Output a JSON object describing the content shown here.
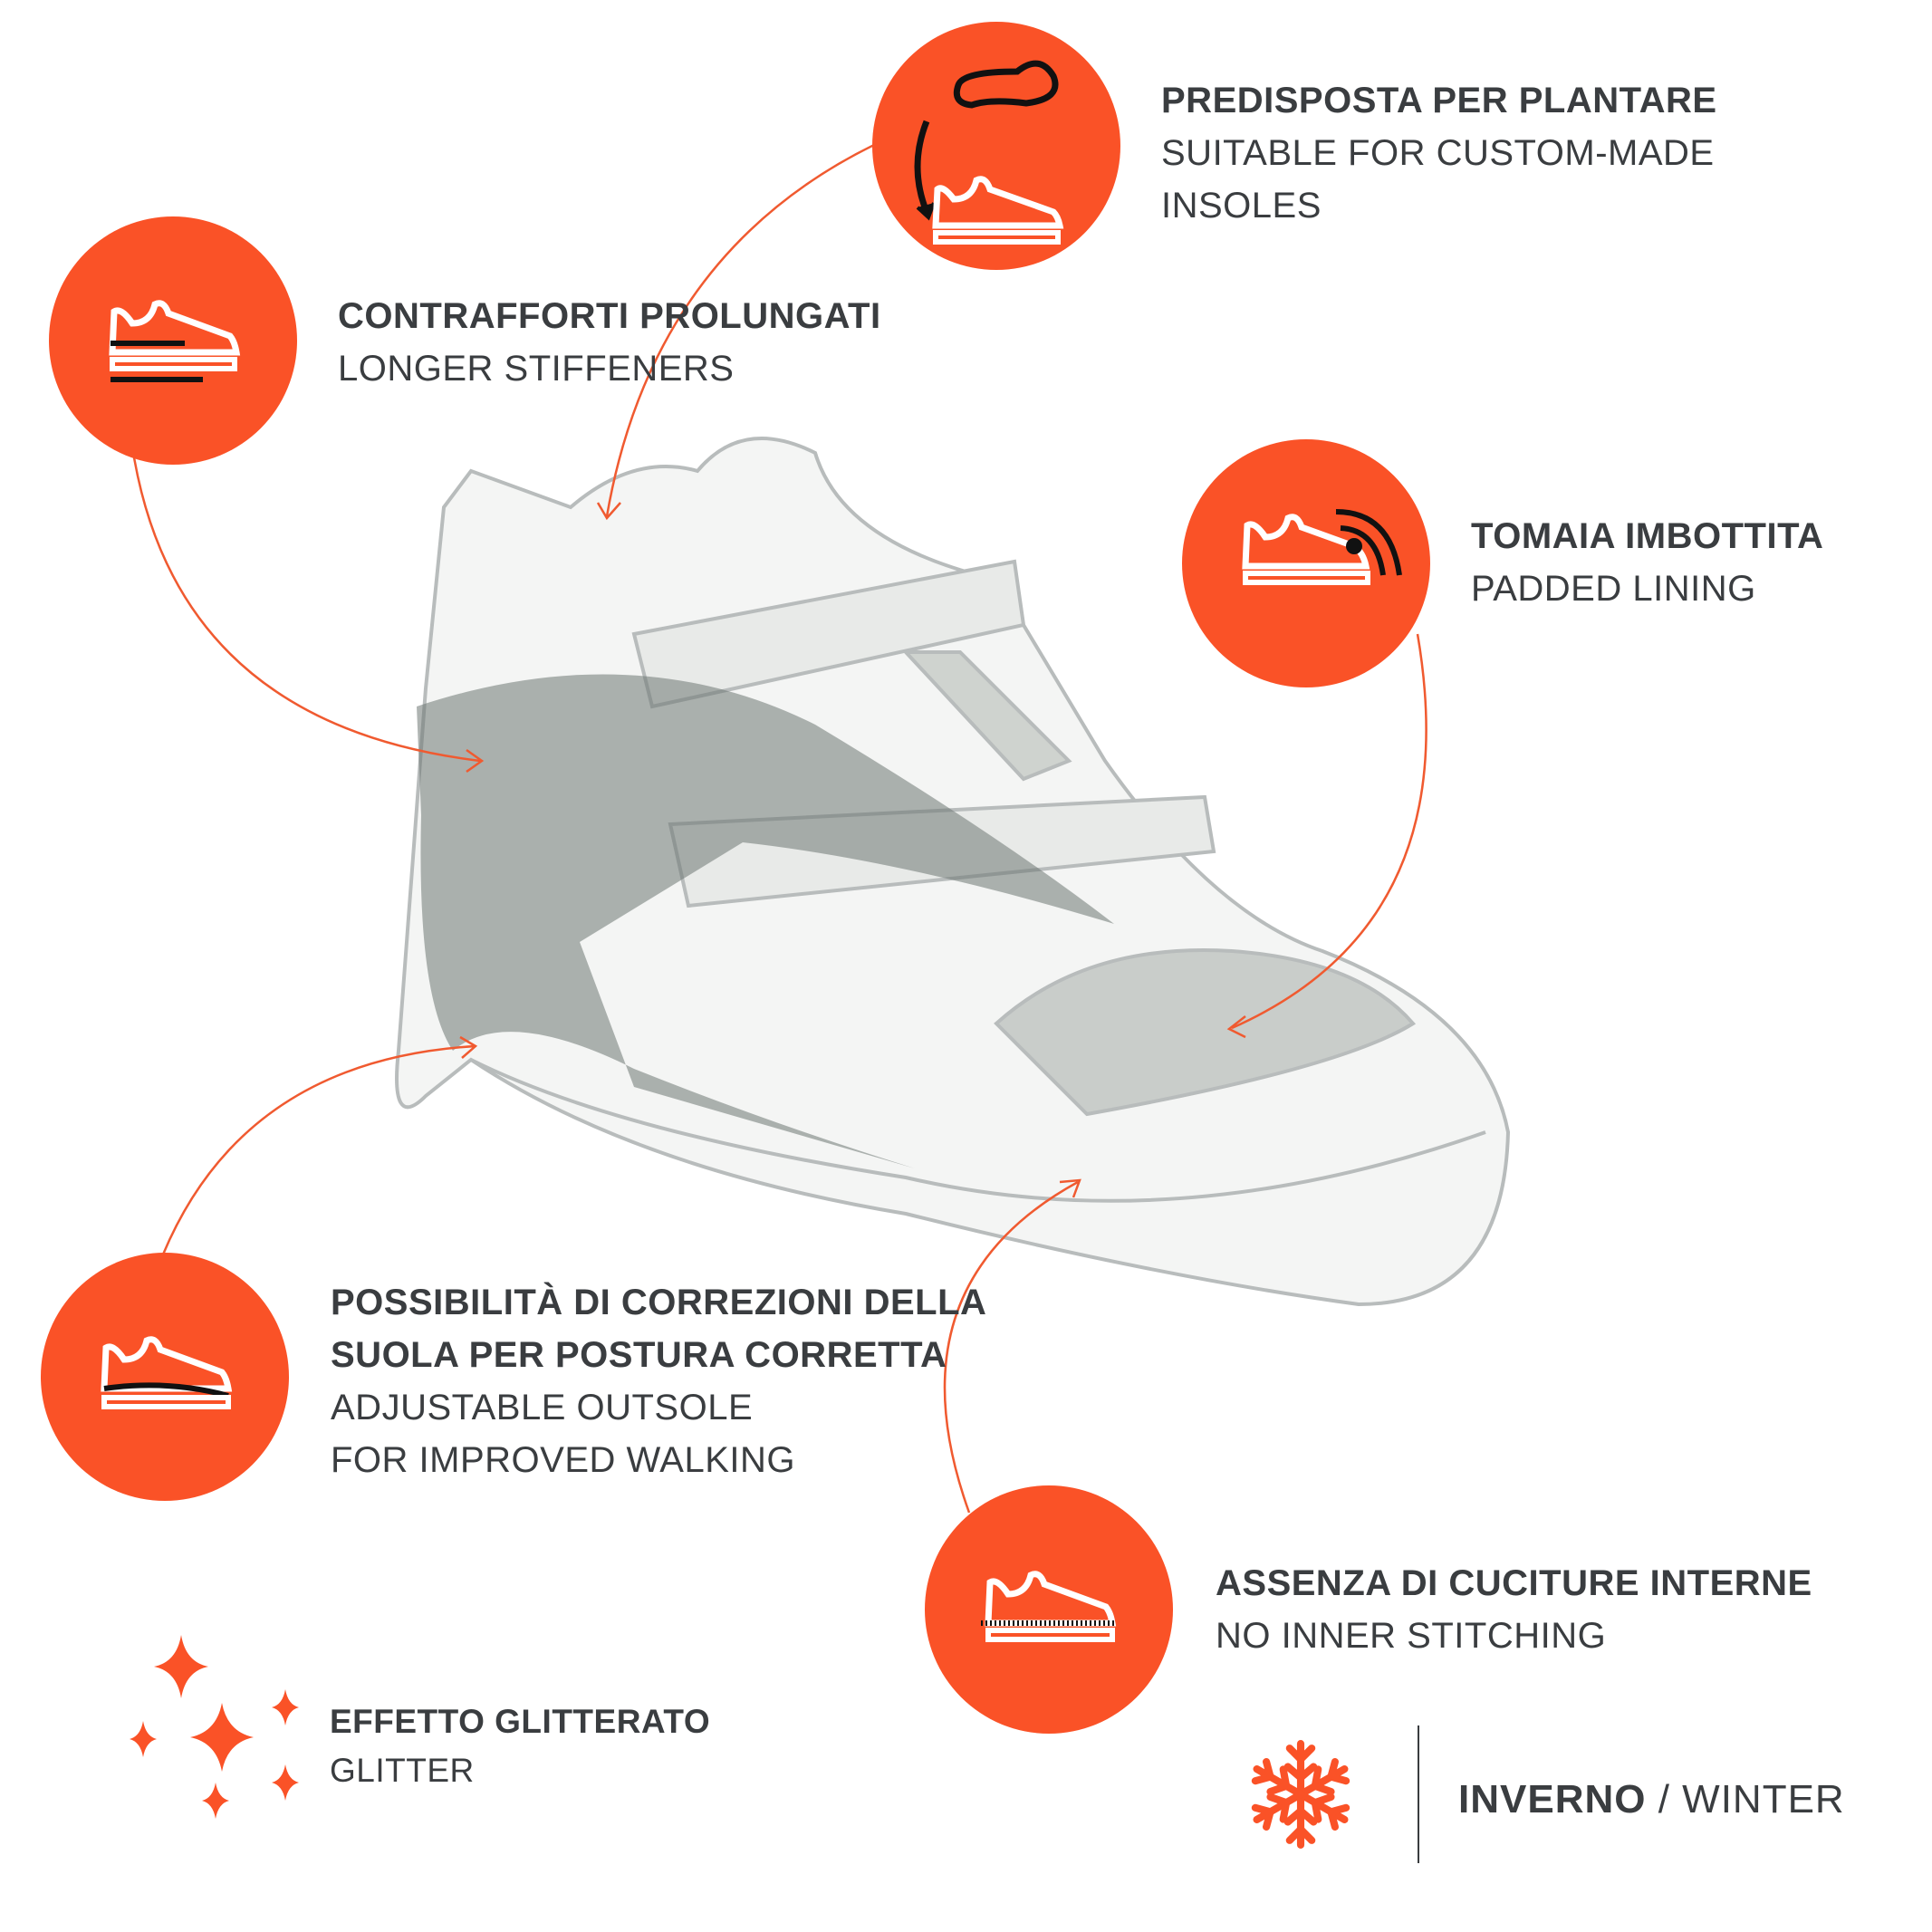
{
  "features": [
    {
      "id": "insoles",
      "title_it": "PREDISPOSTA PER PLANTARE",
      "title_en_lines": [
        "SUITABLE FOR CUSTOM-MADE",
        "INSOLES"
      ],
      "icon": "insole-shoe-icon"
    },
    {
      "id": "stiffeners",
      "title_it": "CONTRAFFORTI PROLUNGATI",
      "title_en_lines": [
        "LONGER STIFFENERS"
      ],
      "icon": "stiffener-shoe-icon"
    },
    {
      "id": "lining",
      "title_it": "TOMAIA IMBOTTITA",
      "title_en_lines": [
        "PADDED LINING"
      ],
      "icon": "padded-shoe-icon"
    },
    {
      "id": "outsole",
      "title_it_lines": [
        "POSSIBILITÀ DI CORREZIONI DELLA",
        "SUOLA PER POSTURA CORRETTA"
      ],
      "title_en_lines": [
        "ADJUSTABLE OUTSOLE",
        "FOR IMPROVED WALKING"
      ],
      "icon": "outsole-shoe-icon"
    },
    {
      "id": "stitching",
      "title_it": "ASSENZA DI CUCITURE INTERNE",
      "title_en_lines": [
        "NO INNER STITCHING"
      ],
      "icon": "stitching-shoe-icon"
    }
  ],
  "glitter": {
    "title_it": "EFFETTO GLITTERATO",
    "title_en": "GLITTER"
  },
  "season": {
    "it": "INVERNO",
    "separator": " / ",
    "en": "WINTER"
  },
  "colors": {
    "accent": "#fa5227",
    "text": "#3a3d40"
  }
}
